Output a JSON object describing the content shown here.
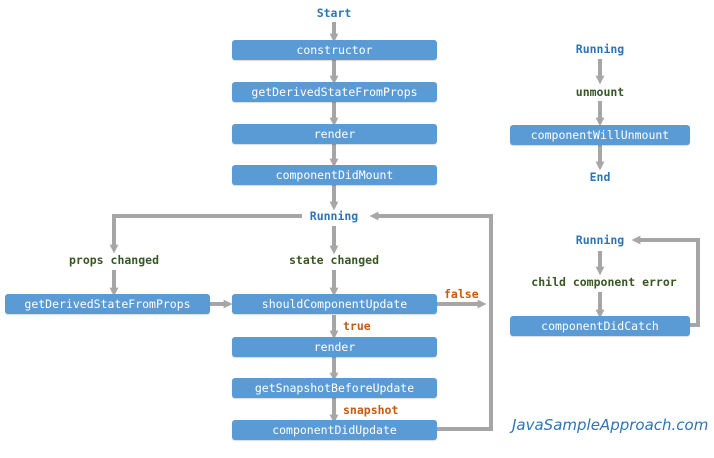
{
  "colors": {
    "box": "#5b9bd5",
    "arrow": "#a6a6a6",
    "state_text": "#2e75b6",
    "event_text": "#385723",
    "condition_text": "#c55a11"
  },
  "mounting": {
    "start": "Start",
    "constructor": "constructor",
    "get_derived_state": "getDerivedStateFromProps",
    "render": "render",
    "did_mount": "componentDidMount"
  },
  "updating": {
    "running": "Running",
    "props_changed": "props changed",
    "state_changed": "state changed",
    "get_derived_state": "getDerivedStateFromProps",
    "should_update": "shouldComponentUpdate",
    "false_label": "false",
    "true_label": "true",
    "render": "render",
    "get_snapshot": "getSnapshotBeforeUpdate",
    "snapshot_label": "snapshot",
    "did_update": "componentDidUpdate"
  },
  "unmounting": {
    "running": "Running",
    "unmount": "unmount",
    "will_unmount": "componentWillUnmount",
    "end": "End"
  },
  "error_handling": {
    "running": "Running",
    "child_error": "child component error",
    "did_catch": "componentDidCatch"
  },
  "watermark": "JavaSampleApproach.com"
}
